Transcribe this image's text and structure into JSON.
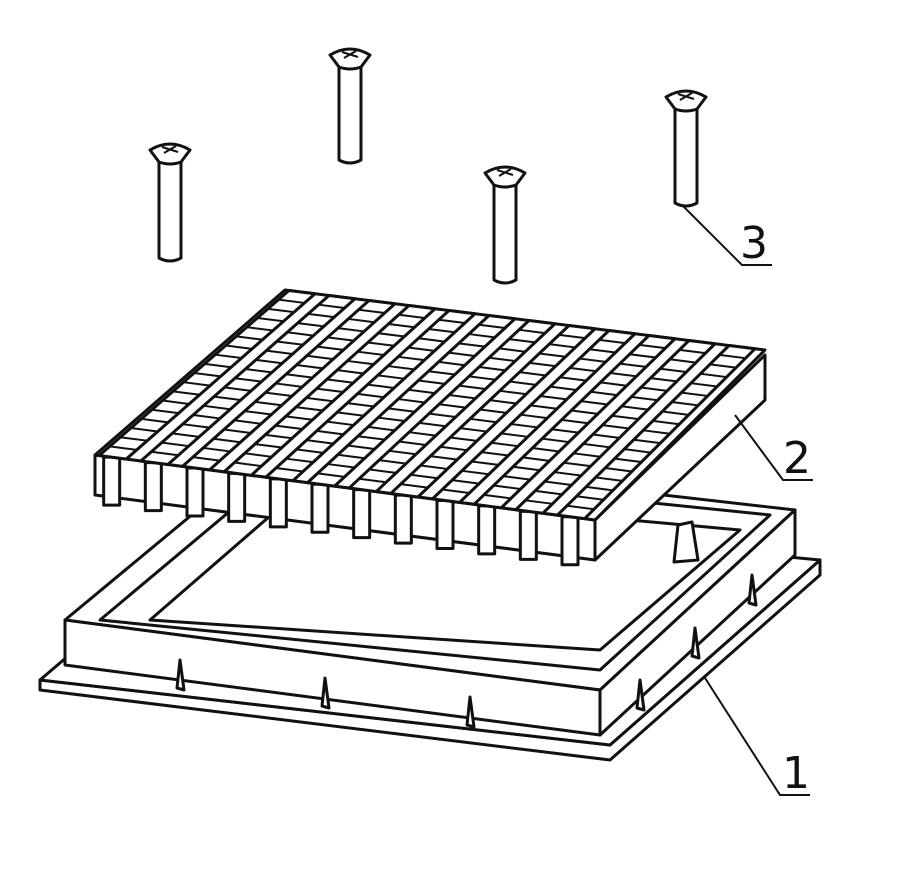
{
  "diagram": {
    "callouts": [
      {
        "id": "1",
        "text": "1",
        "part": "frame"
      },
      {
        "id": "2",
        "text": "2",
        "part": "grate"
      },
      {
        "id": "3",
        "text": "3",
        "part": "screw"
      }
    ],
    "screw_count": 4,
    "grate_bar_count": 12
  }
}
